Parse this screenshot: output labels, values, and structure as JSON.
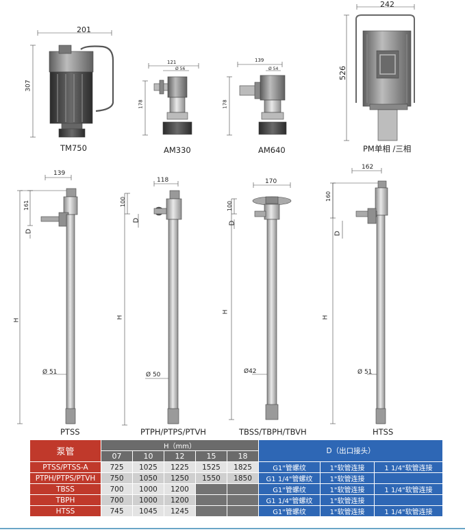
{
  "top_row": {
    "tm750": {
      "name": "TM750",
      "width": "201",
      "height": "307"
    },
    "am330": {
      "name": "AM330",
      "width": "121",
      "dia": "Ø 56",
      "height": "178"
    },
    "am640": {
      "name": "AM640",
      "width": "139",
      "dia": "Ø 54",
      "height": "178"
    },
    "pm": {
      "name": "PM单相 /三相",
      "width": "242",
      "height": "526"
    }
  },
  "bottom_row": {
    "ptss": {
      "name": "PTSS",
      "width": "139",
      "top_h": "161",
      "d": "D",
      "h": "H",
      "dia": "Ø 51"
    },
    "ptph": {
      "name": "PTPH/PTPS/PTVH",
      "width": "118",
      "top_h": "100",
      "d": "D",
      "h": "H",
      "dia": "Ø 50"
    },
    "tbss": {
      "name": "TBSS/TBPH/TBVH",
      "width": "170",
      "top_h": "100",
      "d": "D",
      "h": "H",
      "dia": "Ø42"
    },
    "htss": {
      "name": "HTSS",
      "width": "162",
      "top_h": "160",
      "d": "D",
      "h": "H",
      "dia": "Ø 51"
    }
  },
  "spec_table": {
    "col_pipe": "泵管",
    "col_h": "H",
    "col_h_unit": "（mm）",
    "col_d": "D（出口接头）",
    "h_codes": [
      "07",
      "10",
      "12",
      "15",
      "18"
    ],
    "rows": [
      {
        "model": "PTSS/PTSS-A",
        "h": [
          "725",
          "1025",
          "1225",
          "1525",
          "1825"
        ],
        "d": [
          "G1\"管螺纹",
          "1\"软管连接",
          "1 1/4\"软管连接"
        ]
      },
      {
        "model": "PTPH/PTPS/PTVH",
        "h": [
          "750",
          "1050",
          "1250",
          "1550",
          "1850"
        ],
        "d": [
          "G1 1/4\"管螺纹",
          "1\"软管连接",
          ""
        ]
      },
      {
        "model": "TBSS",
        "h": [
          "700",
          "1000",
          "1200",
          "",
          ""
        ],
        "d": [
          "G1\"管螺纹",
          "1\"软管连接",
          "1 1/4\"软管连接"
        ]
      },
      {
        "model": "TBPH",
        "h": [
          "700",
          "1000",
          "1200",
          "",
          ""
        ],
        "d": [
          "G1 1/4\"管螺纹",
          "1\"软管连接",
          ""
        ]
      },
      {
        "model": "HTSS",
        "h": [
          "745",
          "1045",
          "1245",
          "",
          ""
        ],
        "d": [
          "G1\"管螺纹",
          "1\"软管连接",
          "1 1/4\"软管连接"
        ]
      }
    ]
  }
}
